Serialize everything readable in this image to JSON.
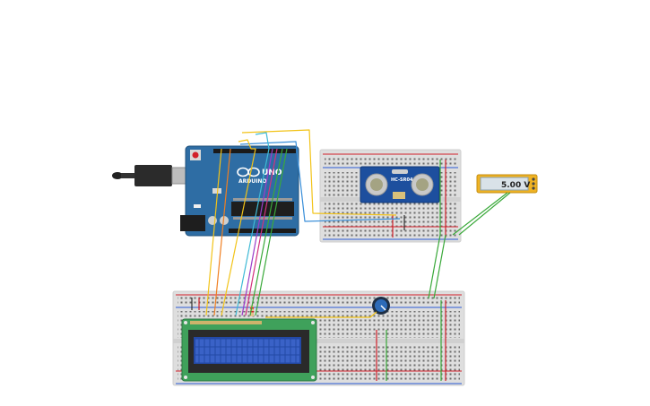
{
  "arduino": {
    "model_label": "UNO",
    "brand_label": "ARDUINO"
  },
  "sensor": {
    "label": "HC-SR04"
  },
  "multimeter": {
    "reading": "5.00 V"
  },
  "colors": {
    "breadboard": "#dcdcdc",
    "arduino": "#2e6da4",
    "sensor": "#1d4f9e",
    "lcd_pcb": "#3fa15b",
    "lcd_screen": "#2349a6",
    "multimeter": "#f0b323",
    "wire_red": "#d2202a",
    "wire_green": "#3aa93a",
    "wire_yellow": "#f2c318",
    "wire_blue": "#3a8fd9",
    "wire_orange": "#f07f21",
    "wire_purple": "#9b3cc9",
    "wire_magenta": "#d2327d",
    "wire_cyan": "#3fbad6"
  }
}
